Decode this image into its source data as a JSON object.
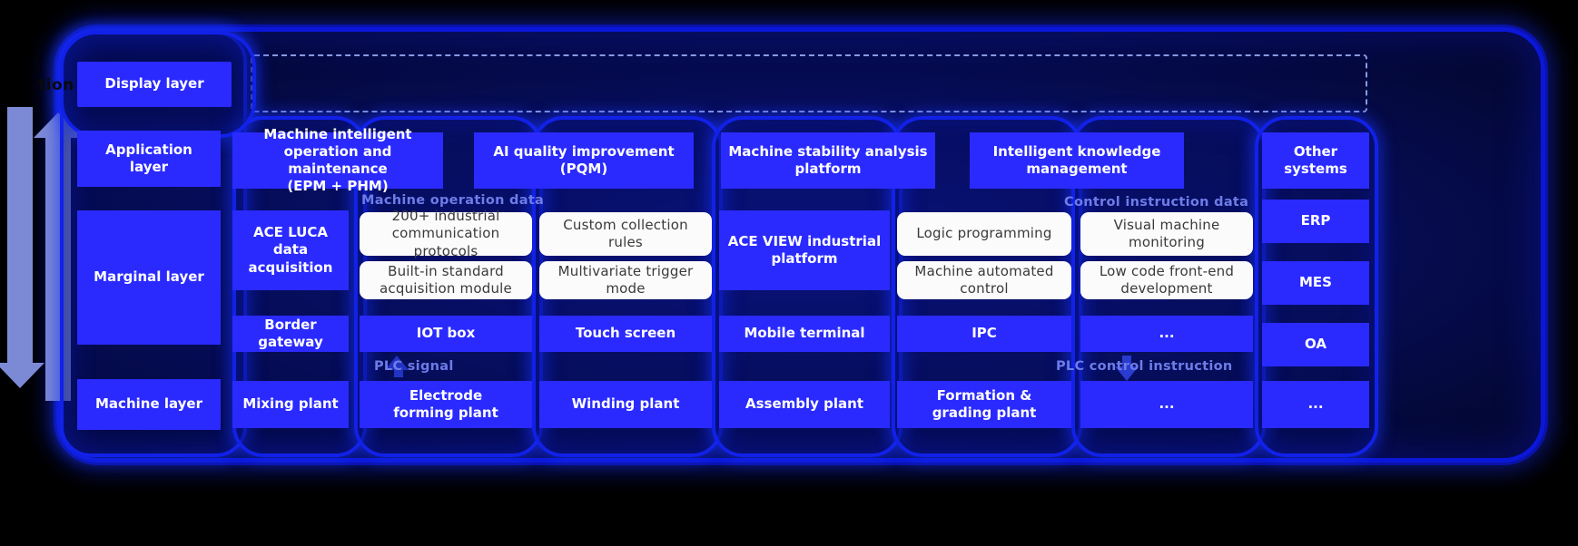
{
  "diagram": {
    "title_fragment": "tion",
    "flow_labels": {
      "machine_operation_data": "Machine operation data",
      "control_instruction_data": "Control instruction data",
      "plc_signal": "PLC signal",
      "plc_control_instruction": "PLC control instruction"
    },
    "colors": {
      "accent_blue": "#2a2aff",
      "shell_border": "#1221e8",
      "flow_label": "#6e7ce8",
      "arrow_gray_blue": "#7c8ad6",
      "white_card": "#fbfbfb",
      "background": "#000000"
    },
    "layers": [
      {
        "id": "display",
        "label": "Display layer"
      },
      {
        "id": "application",
        "label": "Application\nlayer"
      },
      {
        "id": "marginal",
        "label": "Marginal layer"
      },
      {
        "id": "machine",
        "label": "Machine layer"
      }
    ],
    "application_row": [
      "Machine intelligent operation and maintenance (EPM + PHM)",
      "AI quality improvement (PQM)",
      "Machine stability analysis platform",
      "Intelligent knowledge management"
    ],
    "marginal_row": {
      "left_platform": "ACE LUCA data acquisition",
      "left_cards": [
        "200+ industrial communication protocols",
        "Custom collection rules",
        "Built-in standard acquisition module",
        "Multivariate trigger mode"
      ],
      "right_platform": "ACE VIEW industrial platform",
      "right_cards": [
        "Logic programming",
        "Visual machine monitoring",
        "Machine automated control",
        "Low code front-end development"
      ]
    },
    "device_row": [
      "Border gateway",
      "IOT box",
      "Touch screen",
      "Mobile terminal",
      "IPC",
      "..."
    ],
    "machine_row": [
      "Mixing plant",
      "Electrode forming plant",
      "Winding plant",
      "Assembly plant",
      "Formation & grading plant",
      "..."
    ],
    "right_column": [
      "Other systems",
      "ERP",
      "MES",
      "OA"
    ]
  }
}
